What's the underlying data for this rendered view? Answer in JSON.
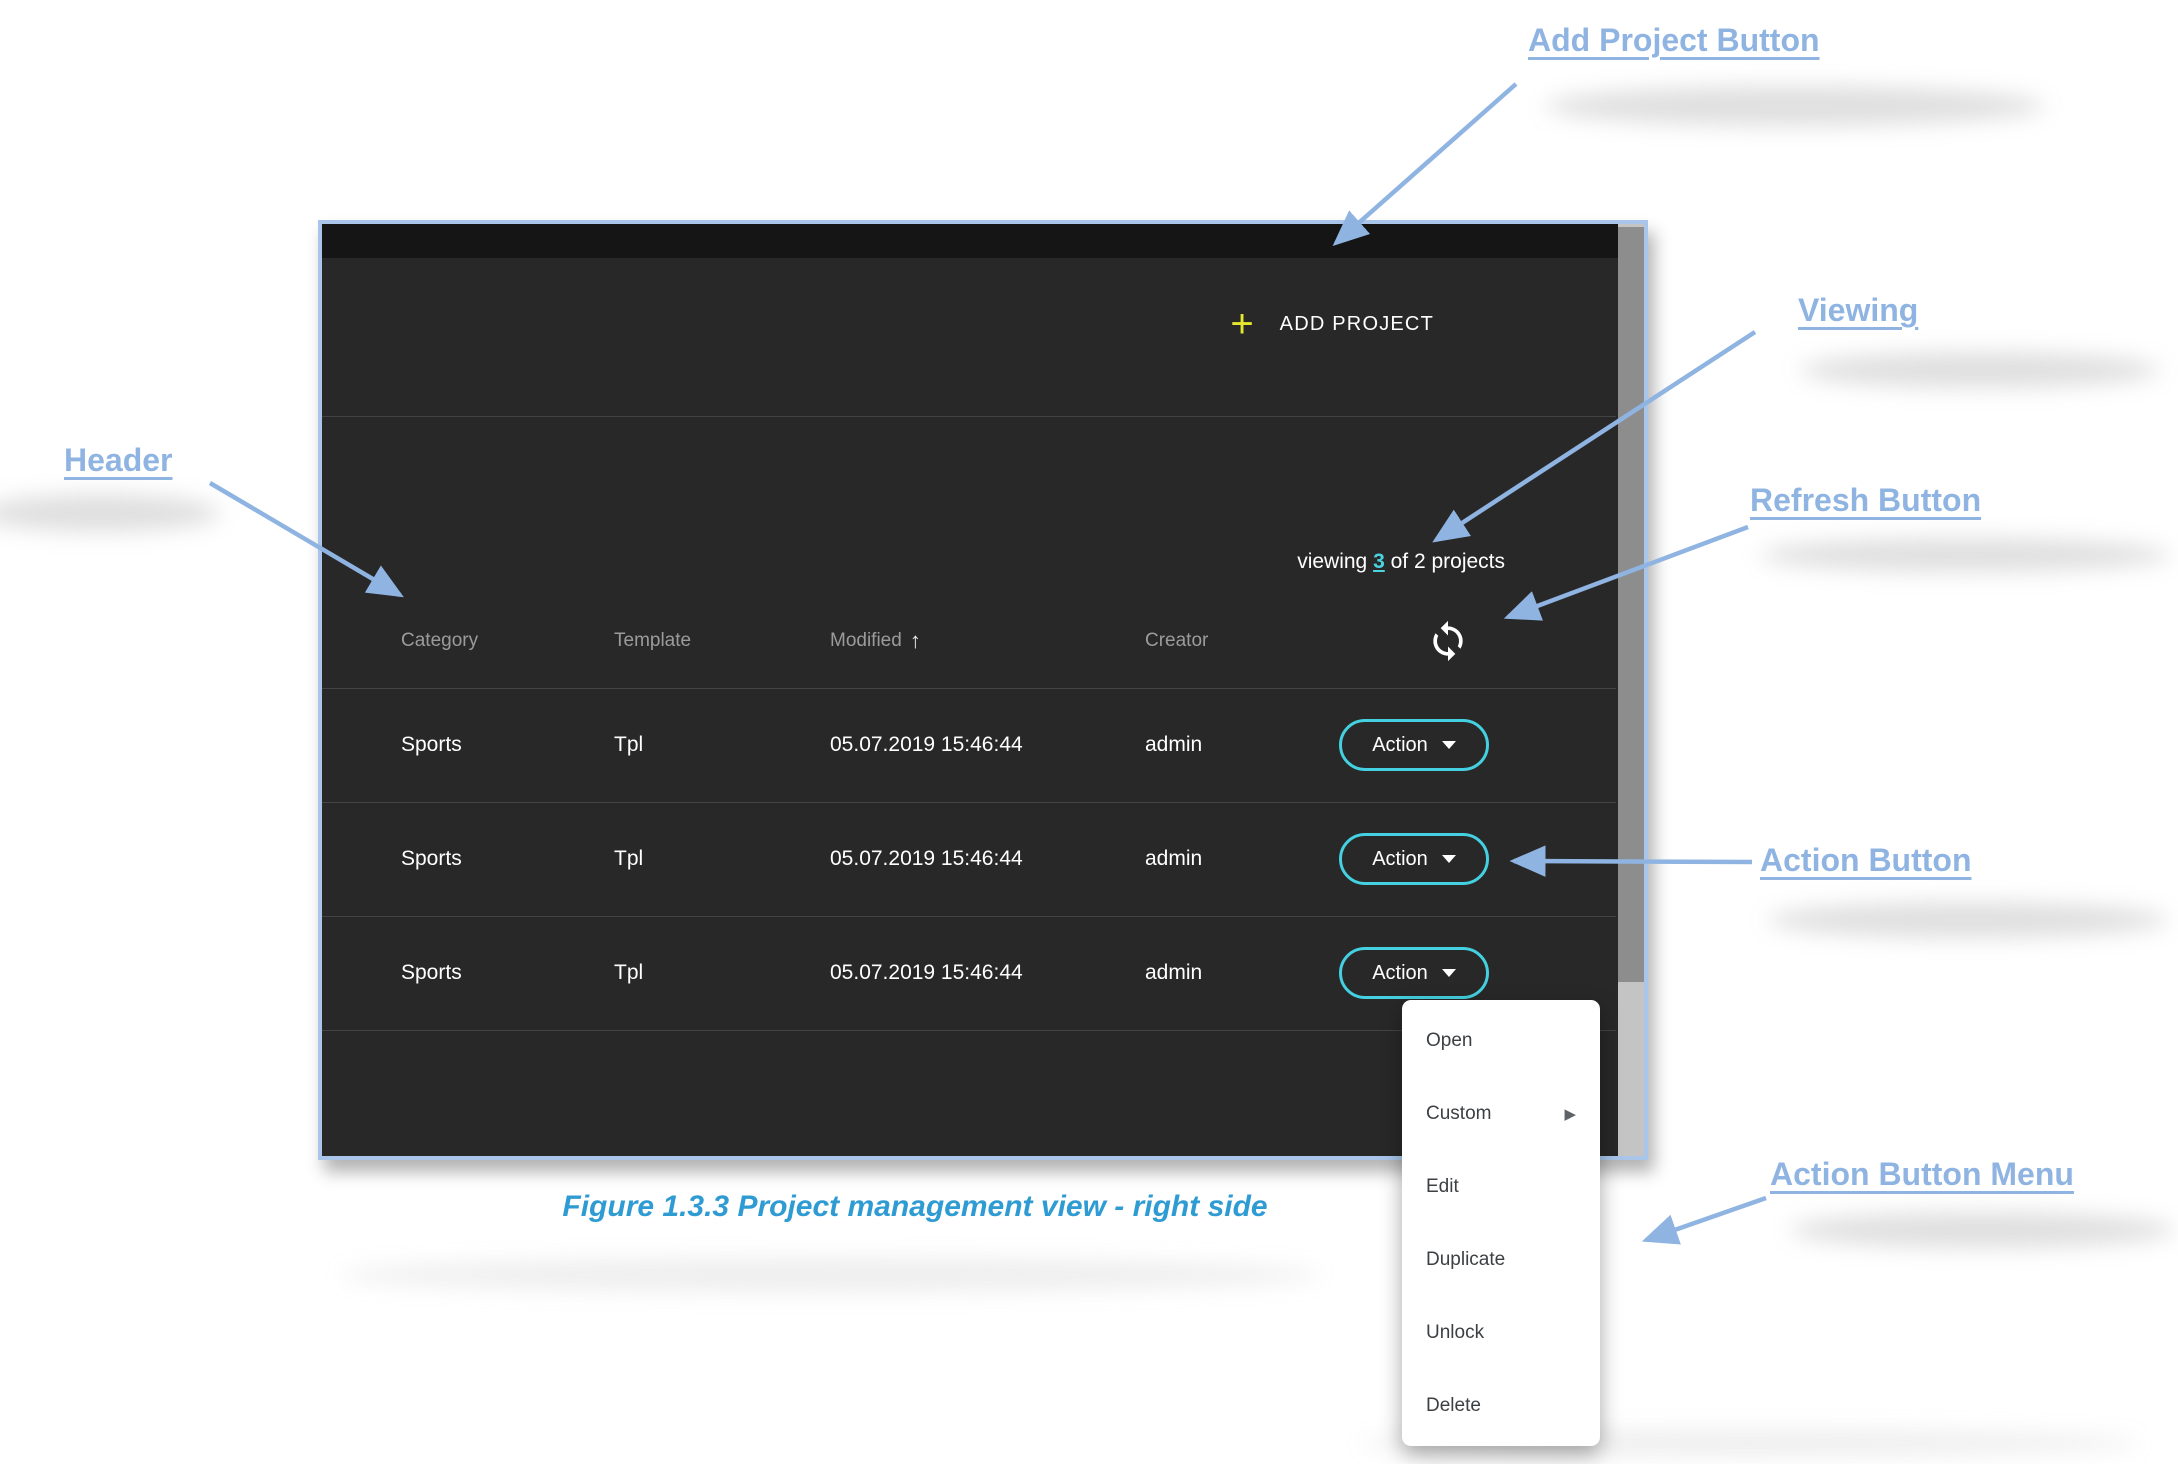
{
  "colors": {
    "panel_border": "#a9c6ea",
    "panel_bg": "#282828",
    "accent_cyan": "#4dd3e0",
    "plus_yellow": "#e5e72e",
    "annotation_blue": "#8fb4e2",
    "caption_blue": "#2f9bd3"
  },
  "panel": {
    "toolbar": {
      "plus_icon": "+",
      "add_project_label": "ADD PROJECT"
    },
    "viewing": {
      "prefix": "viewing ",
      "count": "3",
      "suffix": " of 2 projects"
    },
    "table": {
      "headers": [
        {
          "label": "Category"
        },
        {
          "label": "Template"
        },
        {
          "label": "Modified",
          "sort_icon": "↑"
        },
        {
          "label": "Creator"
        }
      ],
      "rows": [
        {
          "category": "Sports",
          "template": "Tpl",
          "modified": "05.07.2019 15:46:44",
          "creator": "admin",
          "action_label": "Action"
        },
        {
          "category": "Sports",
          "template": "Tpl",
          "modified": "05.07.2019 15:46:44",
          "creator": "admin",
          "action_label": "Action"
        },
        {
          "category": "Sports",
          "template": "Tpl",
          "modified": "05.07.2019 15:46:44",
          "creator": "admin",
          "action_label": "Action"
        }
      ]
    }
  },
  "menu": {
    "items": [
      {
        "label": "Open"
      },
      {
        "label": "Custom",
        "submenu_icon": "▶"
      },
      {
        "label": "Edit"
      },
      {
        "label": "Duplicate"
      },
      {
        "label": "Unlock"
      },
      {
        "label": "Delete"
      }
    ]
  },
  "caption": "Figure 1.3.3 Project management view - right  side",
  "annotations": {
    "add_project": "Add Project Button",
    "viewing": "Viewing",
    "refresh": "Refresh Button",
    "header": "Header",
    "action_button": "Action Button",
    "action_menu": "Action Button Menu"
  }
}
